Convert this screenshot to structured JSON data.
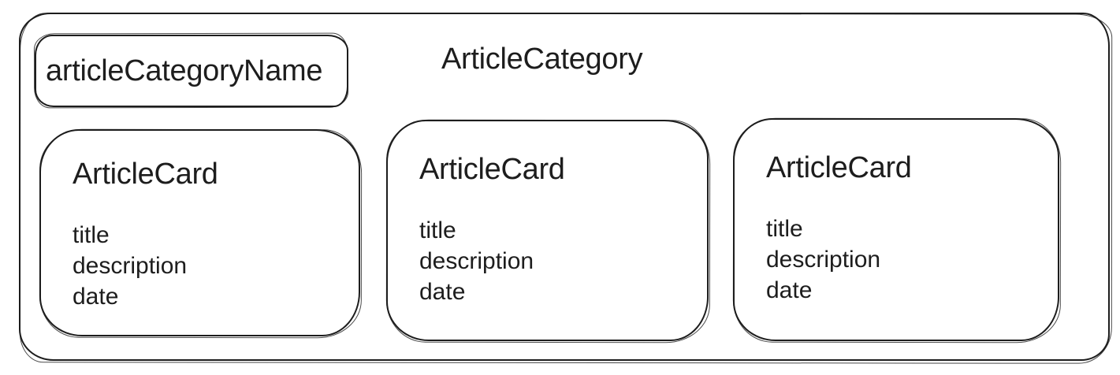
{
  "page": {
    "background": "#ffffff",
    "stroke_color": "#1d1d1d"
  },
  "category": {
    "title": "ArticleCategory",
    "name_box_label": "articleCategoryName",
    "cards": [
      {
        "heading": "ArticleCard",
        "fields": [
          "title",
          "description",
          "date"
        ]
      },
      {
        "heading": "ArticleCard",
        "fields": [
          "title",
          "description",
          "date"
        ]
      },
      {
        "heading": "ArticleCard",
        "fields": [
          "title",
          "description",
          "date"
        ]
      }
    ]
  }
}
